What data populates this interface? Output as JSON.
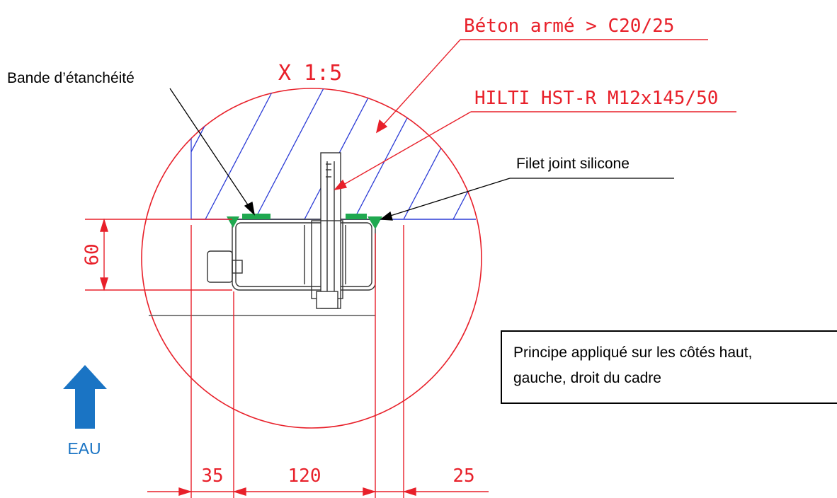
{
  "labels": {
    "concrete": "Béton armé > C20/25",
    "scale": "X 1:5",
    "anchor": "HILTI HST-R M12x145/50",
    "seal_band": "Bande d’étanchéité",
    "silicone": "Filet joint silicone",
    "water": "EAU"
  },
  "dimensions": {
    "height": "60",
    "left_gap": "35",
    "frame_width": "120",
    "right_gap": "25"
  },
  "note": {
    "line1": "Principe appliqué sur les côtés haut,",
    "line2": "gauche, droit du cadre"
  },
  "colors": {
    "dimension": "#e8202a",
    "hatch": "#2b3bd6",
    "seal": "#1fa84f",
    "arrow": "#1a74c4"
  },
  "icons": {
    "water_arrow": "arrow-up-icon"
  }
}
